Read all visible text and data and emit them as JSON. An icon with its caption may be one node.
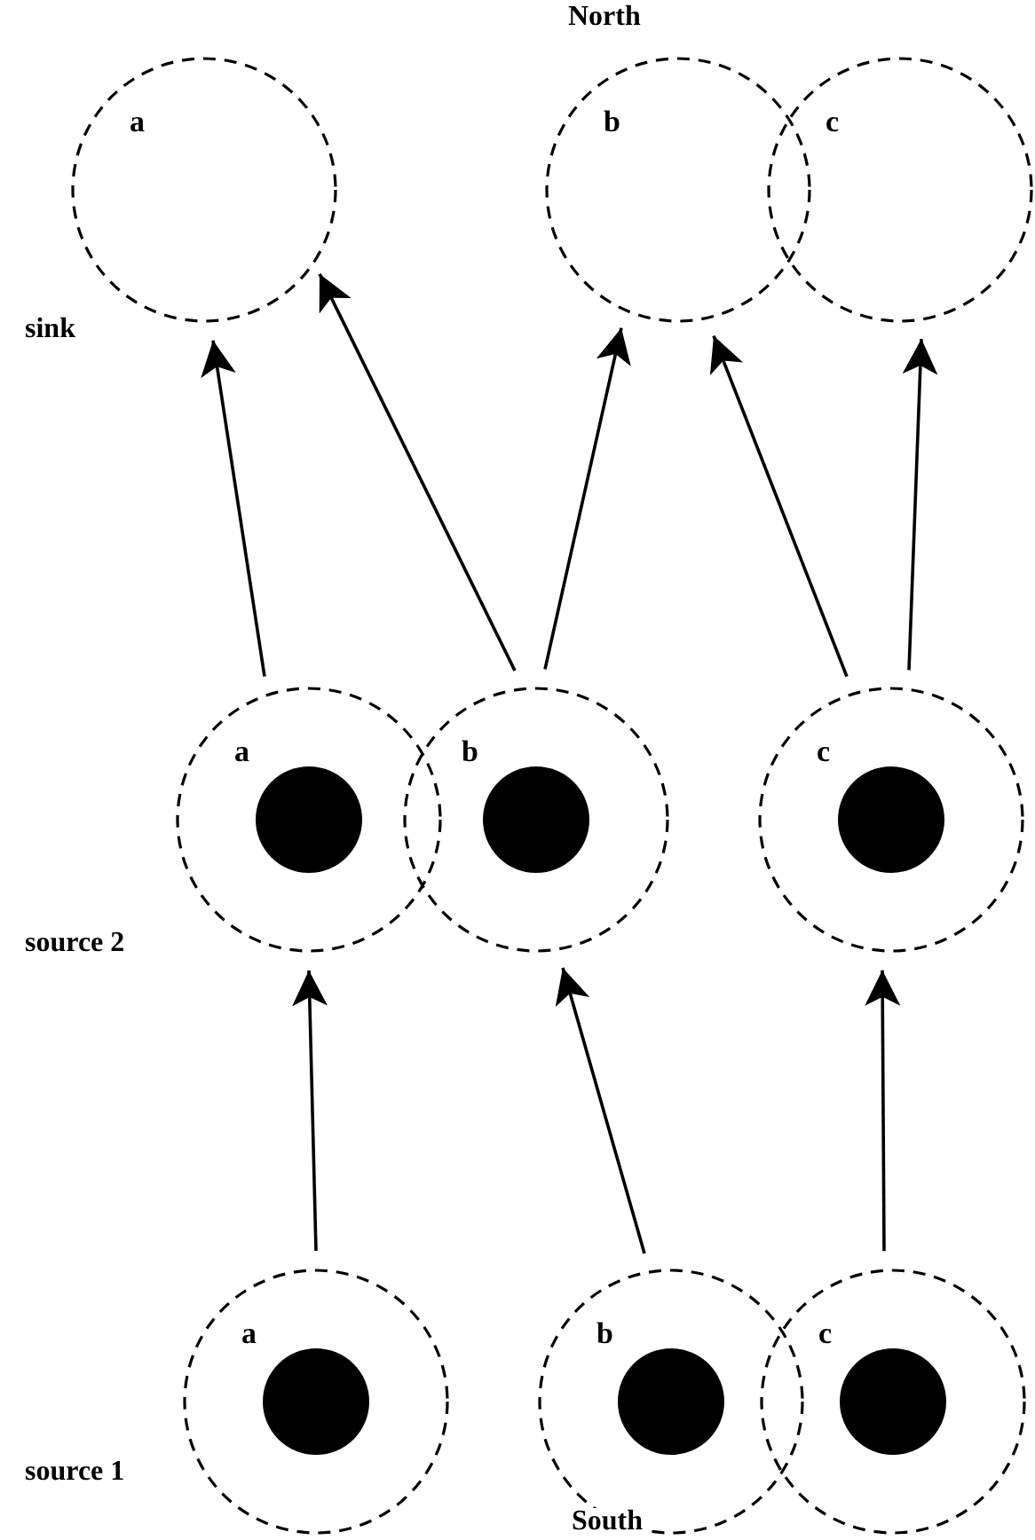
{
  "diagram": {
    "nodes": [
      {
        "text": [
          "a"
        ]
      },
      {
        "text": [
          "b"
        ]
      },
      {
        "text": [
          "c"
        ]
      },
      {
        "text": [
          "a"
        ]
      },
      {
        "text": [],
        "shape": "circle",
        "in": 3
      },
      {
        "text": [
          "b"
        ]
      },
      {
        "text": [],
        "shape": "circle",
        "in": 5
      },
      {
        "text": [
          "c"
        ]
      },
      {
        "text": [],
        "shape": "circle",
        "in": 7
      },
      {
        "text": [
          "a"
        ]
      },
      {
        "text": [],
        "shape": "circle",
        "in": 9
      },
      {
        "text": [
          "b"
        ]
      },
      {
        "text": [],
        "shape": "circle",
        "in": 11
      },
      {
        "text": [
          "c"
        ]
      },
      {
        "text": [],
        "shape": "circle",
        "in": 13
      }
    ],
    "edges": [
      {
        "from": 3,
        "to": 0,
        "arrow": "to"
      },
      {
        "from": 5,
        "to": 0,
        "arrow": "to"
      },
      {
        "from": 5,
        "to": 1,
        "arrow": "to"
      },
      {
        "from": 7,
        "to": 1,
        "arrow": "to"
      },
      {
        "from": 7,
        "to": 2,
        "arrow": "to"
      },
      {
        "from": 9,
        "to": 3,
        "arrow": "to"
      },
      {
        "from": 11,
        "to": 5,
        "arrow": "to"
      },
      {
        "from": 13,
        "to": 7,
        "arrow": "to"
      }
    ],
    "labels": [
      "North",
      "sink",
      "source 2",
      "source 1",
      "South"
    ]
  }
}
